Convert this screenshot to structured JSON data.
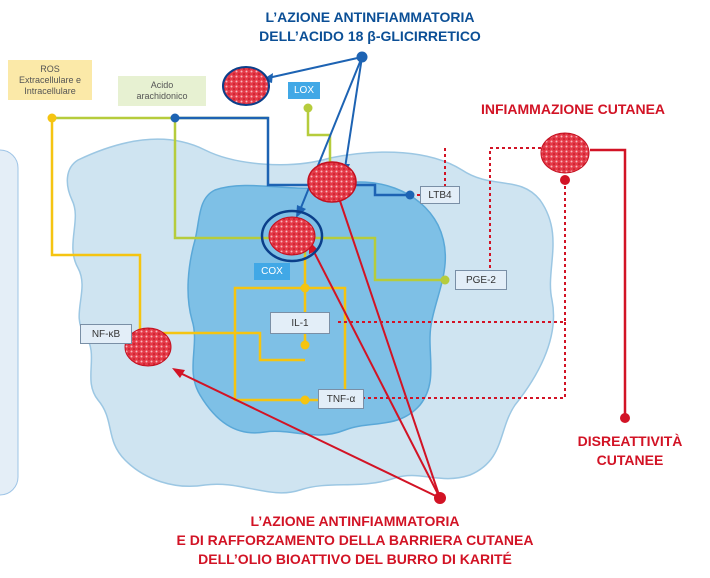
{
  "titles": {
    "top_line1": "L’AZIONE ANTINFIAMMATORIA",
    "top_line2": "DELL’ACIDO 18 β-GLICIRRETICO",
    "inflammation": "INFIAMMAZIONE CUTANEA",
    "disreact_line1": "DISREATTIVITÀ",
    "disreact_line2": "CUTANEE",
    "bottom_line1": "L’AZIONE ANTINFIAMMATORIA",
    "bottom_line2": "E DI RAFFORZAMENTO DELLA BARRIERA CUTANEA",
    "bottom_line3": "DELL’OLIO BIOATTIVO DEL BURRO DI KARITÉ"
  },
  "labels": {
    "ros_line1": "ROS",
    "ros_line2": "Extracellulare e",
    "ros_line3": "Intracellulare",
    "acido_line1": "Acido",
    "acido_line2": "arachidonico",
    "lox": "LOX",
    "ltb4": "LTB4",
    "cox": "COX",
    "pge2": "PGE-2",
    "il1": "IL-1",
    "nfkb": "NF-κB",
    "tnfa": "TNF-α"
  },
  "colors": {
    "outer_cell": "#cfe4f1",
    "nucleus": "#7ec0e6",
    "blue_path": "#1d63b3",
    "green_path": "#b6cc3c",
    "yellow_path": "#f5c411",
    "red_path": "#d21325",
    "red_circle": "#e8434f",
    "dark_blue": "#0b3f8a"
  }
}
